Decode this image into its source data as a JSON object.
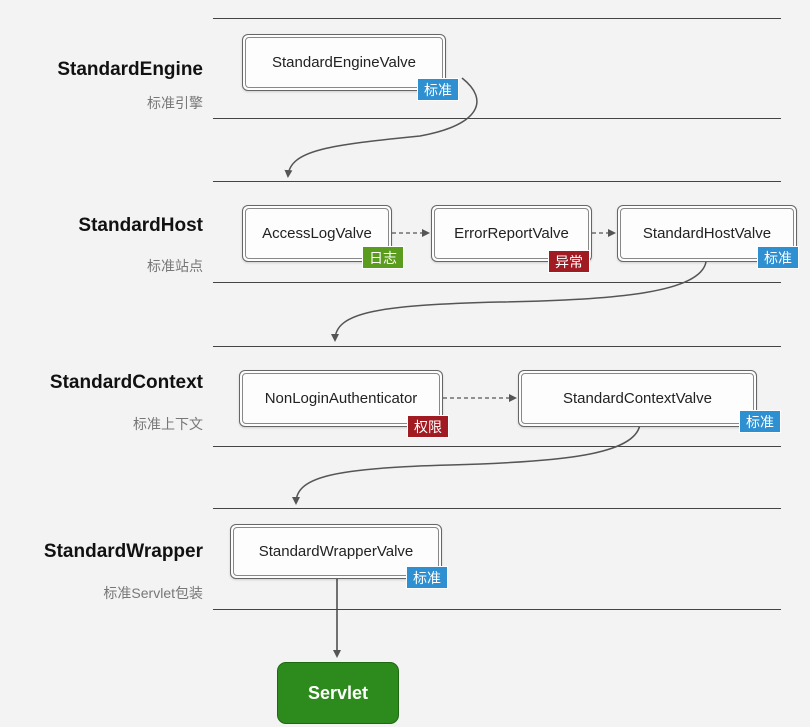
{
  "layers": [
    {
      "title": "StandardEngine",
      "subtitle": "标准引擎"
    },
    {
      "title": "StandardHost",
      "subtitle": "标准站点"
    },
    {
      "title": "StandardContext",
      "subtitle": "标准上下文"
    },
    {
      "title": "StandardWrapper",
      "subtitle": "标准Servlet包装"
    }
  ],
  "valves": {
    "engine": {
      "label": "StandardEngineValve",
      "tag": "标准"
    },
    "access_log": {
      "label": "AccessLogValve",
      "tag": "日志"
    },
    "error_report": {
      "label": "ErrorReportValve",
      "tag": "异常"
    },
    "host": {
      "label": "StandardHostValve",
      "tag": "标准"
    },
    "authenticator": {
      "label": "NonLoginAuthenticator",
      "tag": "权限"
    },
    "context": {
      "label": "StandardContextValve",
      "tag": "标准"
    },
    "wrapper": {
      "label": "StandardWrapperValve",
      "tag": "标准"
    }
  },
  "servlet": {
    "label": "Servlet"
  },
  "colors": {
    "tag_standard": "#2e90d1",
    "tag_log": "#5a9c1e",
    "tag_error": "#a01c22",
    "servlet": "#2d8a1c"
  }
}
